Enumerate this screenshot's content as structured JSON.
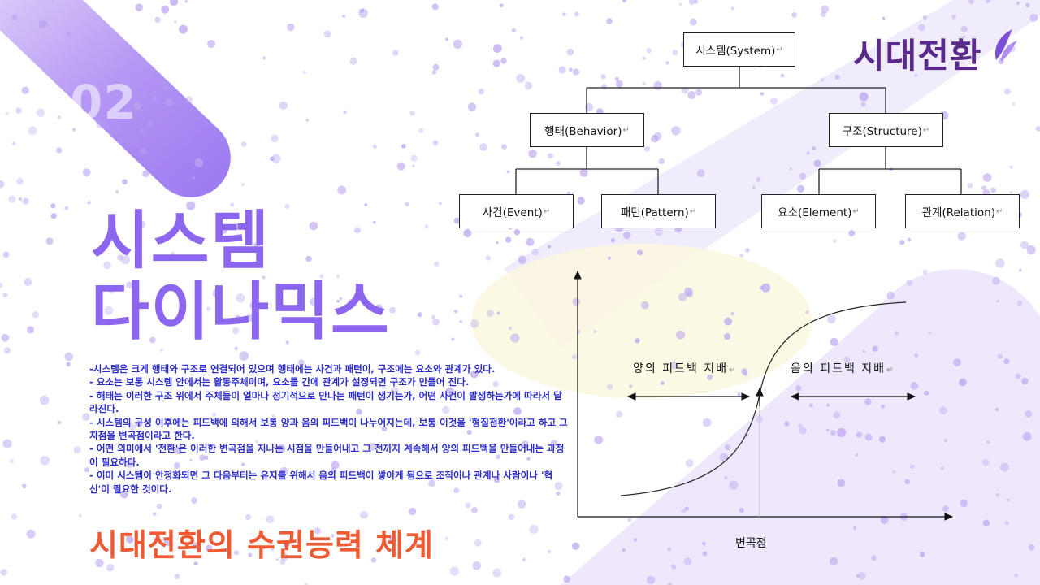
{
  "slide": {
    "number": "02",
    "title_lines": [
      "시스템",
      "다이나믹스"
    ],
    "subtitle": "시대전환의 수권능력 체계",
    "brand": "시대전환",
    "colors": {
      "title": "#8c66ee",
      "body": "#2c2cc8",
      "subtitle": "#f05a32",
      "brand": "#5a2a8a",
      "dots": "#b9a4f0"
    }
  },
  "body_text": [
    "-시스템은 크게 행태와 구조로 연결되어 있으며 행태에는 사건과 패턴이, 구조에는 요소와 관계가 있다.",
    "- 요소는 보통 시스템 안에서는 활동주체이며, 요소들 간에 관계가 설정되면 구조가 만들어 진다.",
    "- 해태는 이러한 구조 위에서 주체들이 얼마나 정기적으로 만나는 패턴이 생기는가, 어떤 사건이 발생하는가에 따라서 달라진다.",
    "- 시스템의 구성 이후에는 피드백에 의해서 보통 양과 음의 피드백이 나누어지는데, 보통 이것을 '형질전환'이라고 하고 그 지점을 변곡점이라고 한다.",
    "- 어떤 의미에서 '전환'은 이러한 변곡점을 지나는 시점을 만들어내고 그 전까지 계속해서 양의 피드백을 만들어내는 과정이 필요하다.",
    "- 이미 시스템이 안정화되면 그 다음부터는 유지를 위해서 음의 피드백이 쌓이게 됨으로 조직이나 관계나 사람이나 '혁신'이 필요한 것이다."
  ],
  "tree": {
    "root": "시스템(System)",
    "level1": [
      "행태(Behavior)",
      "구조(Structure)"
    ],
    "level2": [
      "사건(Event)",
      "패턴(Pattern)",
      "요소(Element)",
      "관계(Relation)"
    ],
    "return_mark": "↵"
  },
  "graph": {
    "positive_label": "양의 피드백 지배",
    "negative_label": "음의 피드백 지배",
    "inflection_label": "변곡점"
  }
}
